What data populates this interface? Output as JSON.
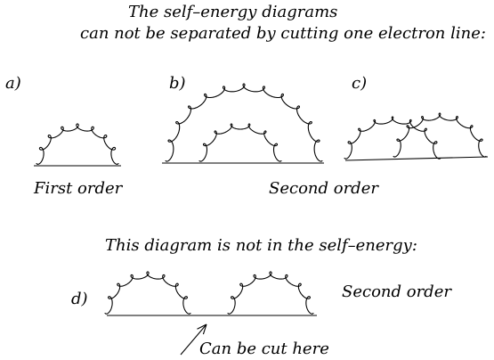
{
  "header": {
    "line1": "The self–energy diagrams",
    "line2": "can not be separated by cutting one electron line:"
  },
  "labels": {
    "a": "a)",
    "b": "b)",
    "c": "c)",
    "d": "d)"
  },
  "captions": {
    "first_order": "First order",
    "second_order": "Second order",
    "not_self_energy": "This diagram is not in the self–energy:",
    "second_order_d": "Second order",
    "cut_here": "Can be cut here"
  },
  "colors": {
    "ink": "#000000",
    "background": "#ffffff"
  }
}
